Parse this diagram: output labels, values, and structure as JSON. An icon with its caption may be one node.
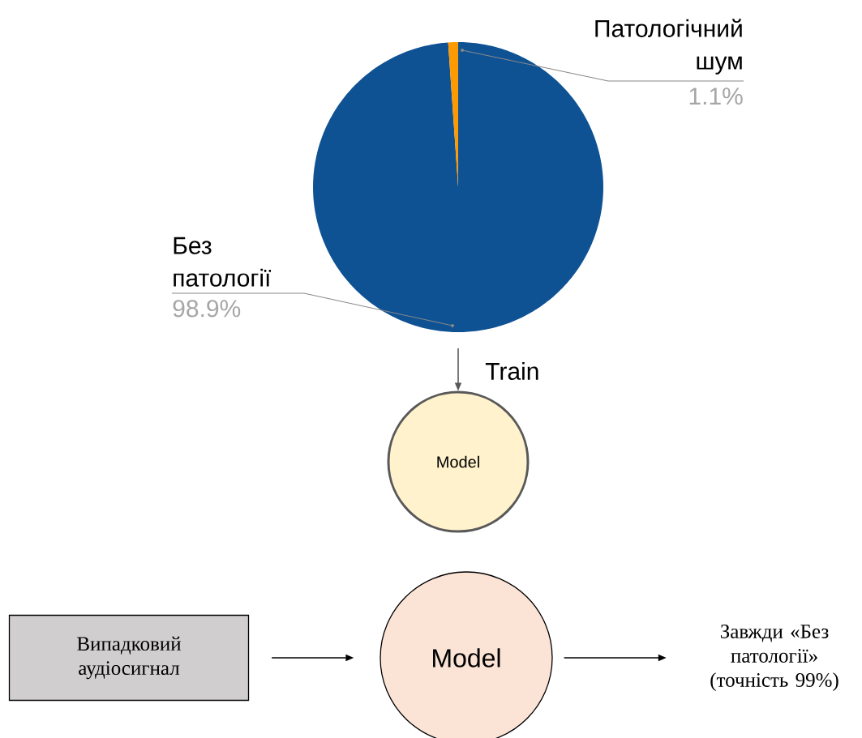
{
  "diagram": {
    "nodes": [
      {
        "text": [
          "Model"
        ]
      },
      {
        "text": [
          "Випадковий аудіосигнал"
        ]
      },
      {
        "text": [
          "Model"
        ]
      },
      {
        "text": [
          "Завжди «Без патології» (точність 99%)"
        ]
      }
    ],
    "edges": [
      {
        "from": null,
        "to": 0,
        "arrow": "to",
        "label": "Train",
        "color": "#595959"
      },
      {
        "from": 1,
        "to": 2,
        "arrow": "to"
      },
      {
        "from": 2,
        "to": 3,
        "arrow": "to"
      }
    ],
    "chart_data": {
      "type": "pie",
      "categories": [
        "Без патології",
        "Патологічний шум"
      ],
      "values": [
        98.9,
        1.1
      ],
      "value_labels": [
        "98.9%",
        "1.1%"
      ]
    }
  }
}
